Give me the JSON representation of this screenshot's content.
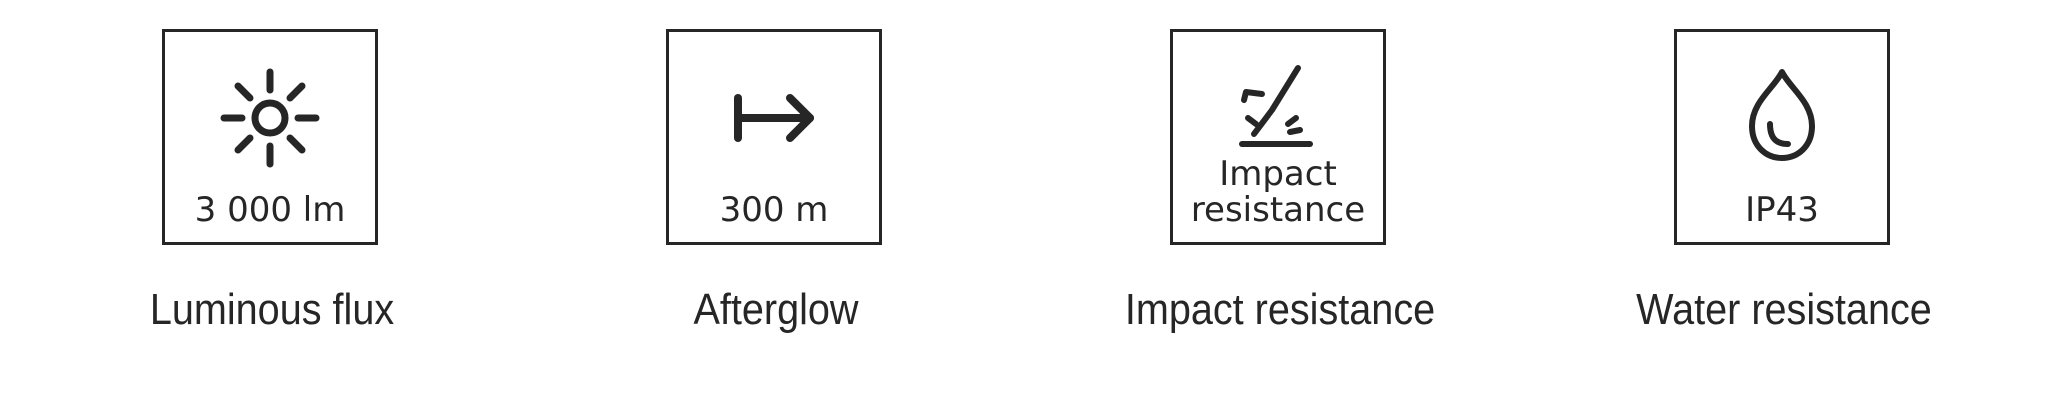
{
  "features": [
    {
      "icon": "sun-icon",
      "value": "3 000 lm",
      "caption": "Luminous flux"
    },
    {
      "icon": "arrow-right-icon",
      "value": "300 m",
      "caption": "Afterglow"
    },
    {
      "icon": "impact-check-icon",
      "value_line1": "Impact",
      "value_line2": "resistance",
      "caption": "Impact resistance"
    },
    {
      "icon": "water-drop-icon",
      "value": "IP43",
      "caption": "Water resistance"
    }
  ],
  "colors": {
    "foreground": "#262626",
    "background": "#ffffff"
  }
}
